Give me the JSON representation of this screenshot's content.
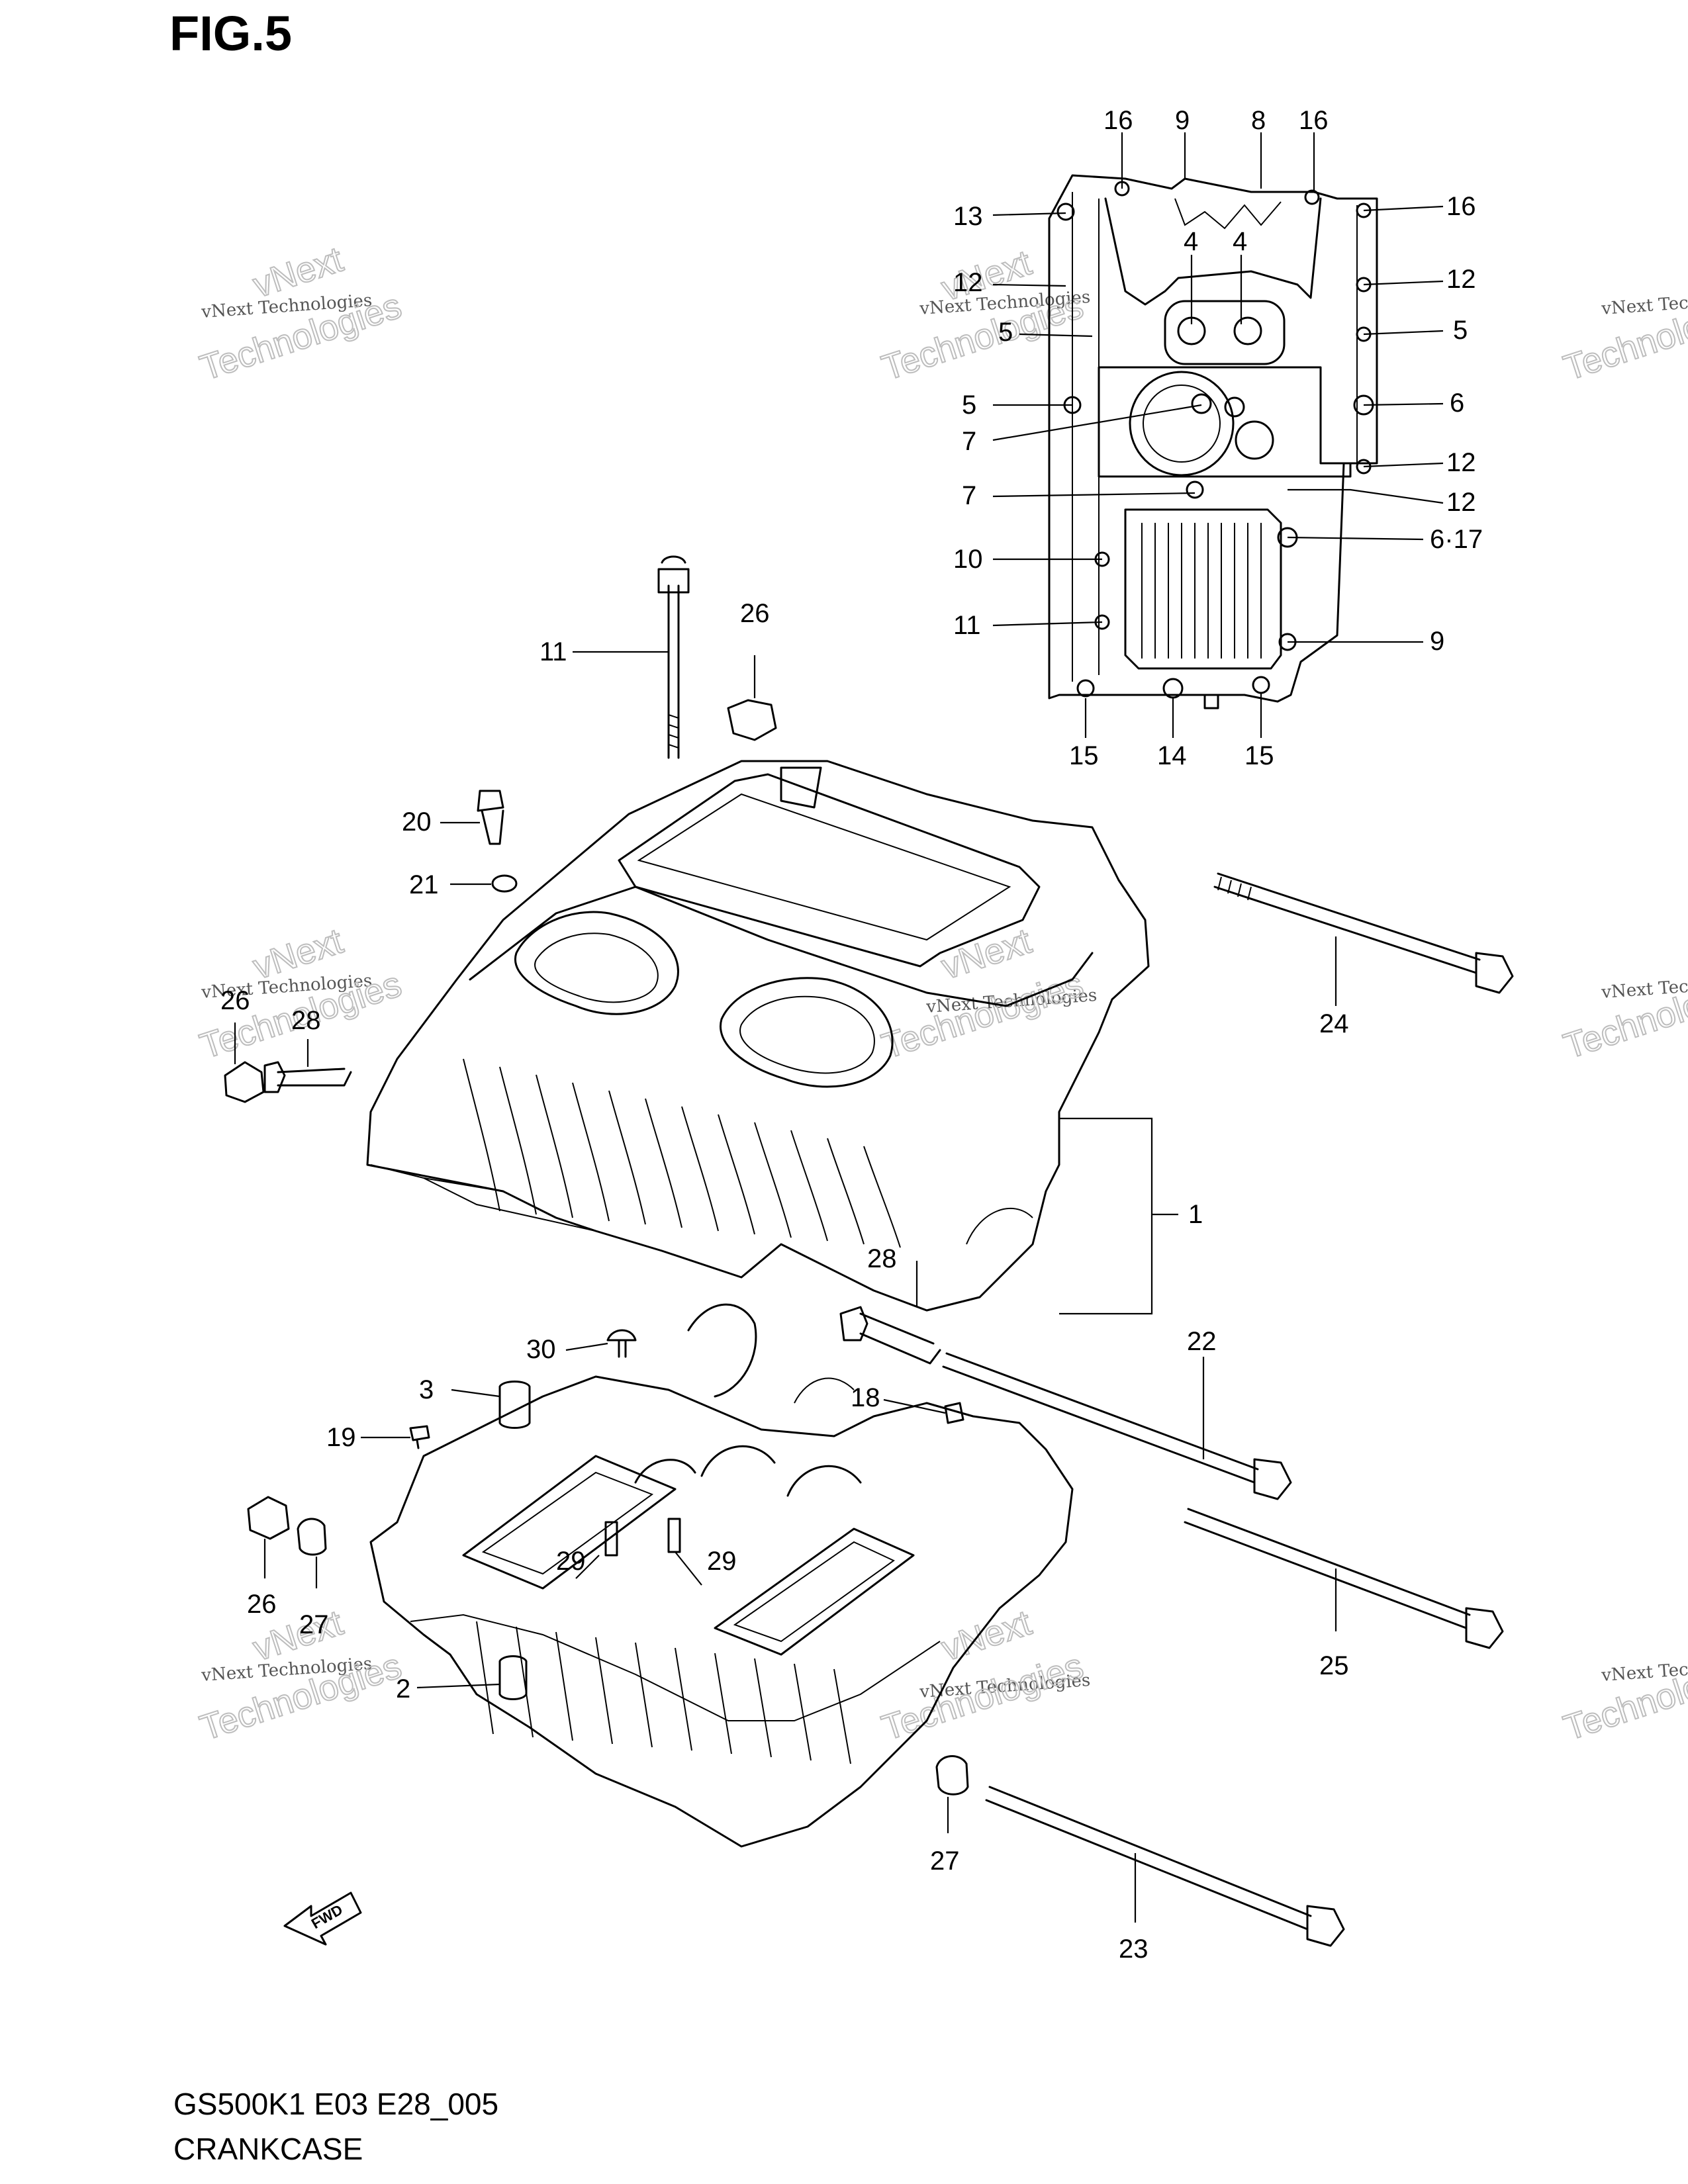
{
  "figure_label": "FIG.5",
  "footer": {
    "model_code": "GS500K1 E03 E28_005",
    "section_name": "CRANKCASE"
  },
  "watermark": {
    "line1": "vNext",
    "line2": "vNext Technologies",
    "line3": "Technologies"
  },
  "callouts": [
    "16",
    "9",
    "8",
    "16",
    "13",
    "16",
    "4",
    "4",
    "12",
    "12",
    "5",
    "5",
    "5",
    "6",
    "7",
    "12",
    "7",
    "12",
    "10",
    "6·17",
    "11",
    "9",
    "15",
    "14",
    "15",
    "11",
    "26",
    "20",
    "21",
    "24",
    "26",
    "28",
    "1",
    "28",
    "22",
    "30",
    "3",
    "18",
    "19",
    "26",
    "29",
    "29",
    "27",
    "25",
    "2",
    "27",
    "23"
  ],
  "icons": {
    "fwd_arrow": "fwd-arrow-icon",
    "fwd_text": "FWD"
  }
}
